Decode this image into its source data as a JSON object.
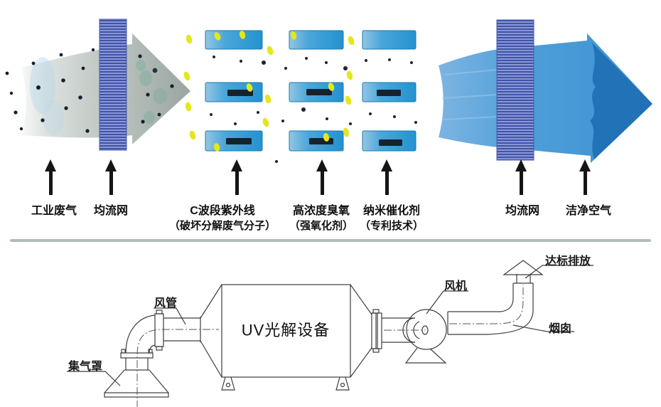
{
  "top_flow": {
    "stages": [
      {
        "label": "工业废气",
        "sublabel": ""
      },
      {
        "label": "均流网",
        "sublabel": ""
      },
      {
        "label": "C波段紫外线",
        "sublabel": "（破坏分解废气分子）"
      },
      {
        "label": "高浓度臭氧",
        "sublabel": "（强氧化剂）"
      },
      {
        "label": "纳米催化剂",
        "sublabel": "（专利技术）"
      },
      {
        "label": "均流网",
        "sublabel": ""
      },
      {
        "label": "洁净空气",
        "sublabel": ""
      }
    ],
    "colors": {
      "waste_arrow_gray": "#b6bfba",
      "mesh_blue": "#4054a6",
      "mesh_light": "#8a97d8",
      "uv_lamp_blue": "#2e9ed6",
      "lamp_bar_dark": "#17222c",
      "ozone_yellow": "#e4e71c",
      "particle_dark": "#1c2430",
      "clean_arrow_body": "#4f9fd8",
      "clean_arrow_head": "#1e6fb4",
      "pointer_black": "#151515"
    }
  },
  "equipment_diagram": {
    "device_label": "UV光解设备",
    "labels": {
      "hood": "集气罩",
      "duct": "风管",
      "fan": "风机",
      "emission": "达标排放",
      "chimney": "烟囱"
    },
    "line_color": "#3d3d3d"
  }
}
